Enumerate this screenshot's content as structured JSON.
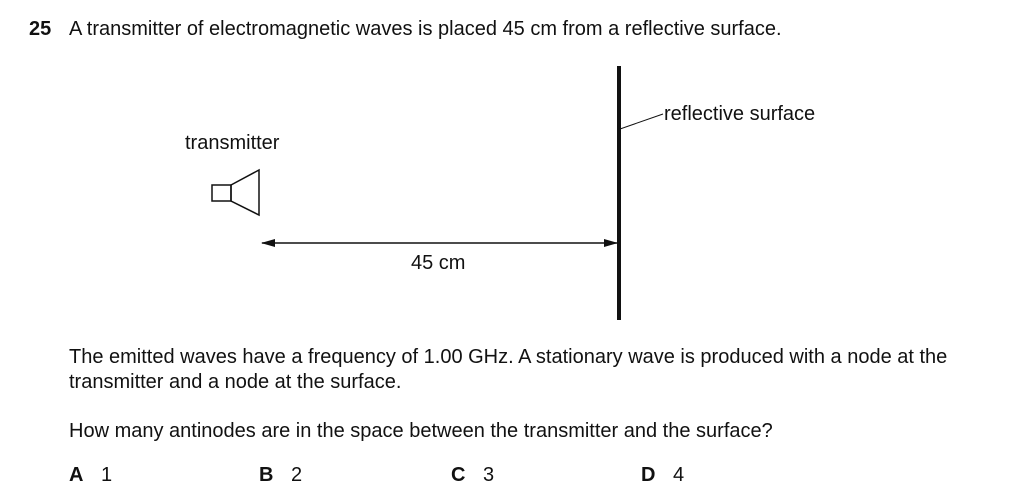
{
  "question": {
    "number": "25",
    "stem": "A transmitter of electromagnetic waves is placed 45 cm from a reflective surface.",
    "paragraph": "The emitted waves have a frequency of 1.00 GHz. A stationary wave is produced with a node at the transmitter and a node at the surface.",
    "prompt": "How many antinodes are in the space between the transmitter and the surface?"
  },
  "diagram": {
    "transmitter_label": "transmitter",
    "surface_label": "reflective surface",
    "distance_label": "45 cm"
  },
  "options": [
    {
      "letter": "A",
      "value": "1"
    },
    {
      "letter": "B",
      "value": "2"
    },
    {
      "letter": "C",
      "value": "3"
    },
    {
      "letter": "D",
      "value": "4"
    }
  ]
}
